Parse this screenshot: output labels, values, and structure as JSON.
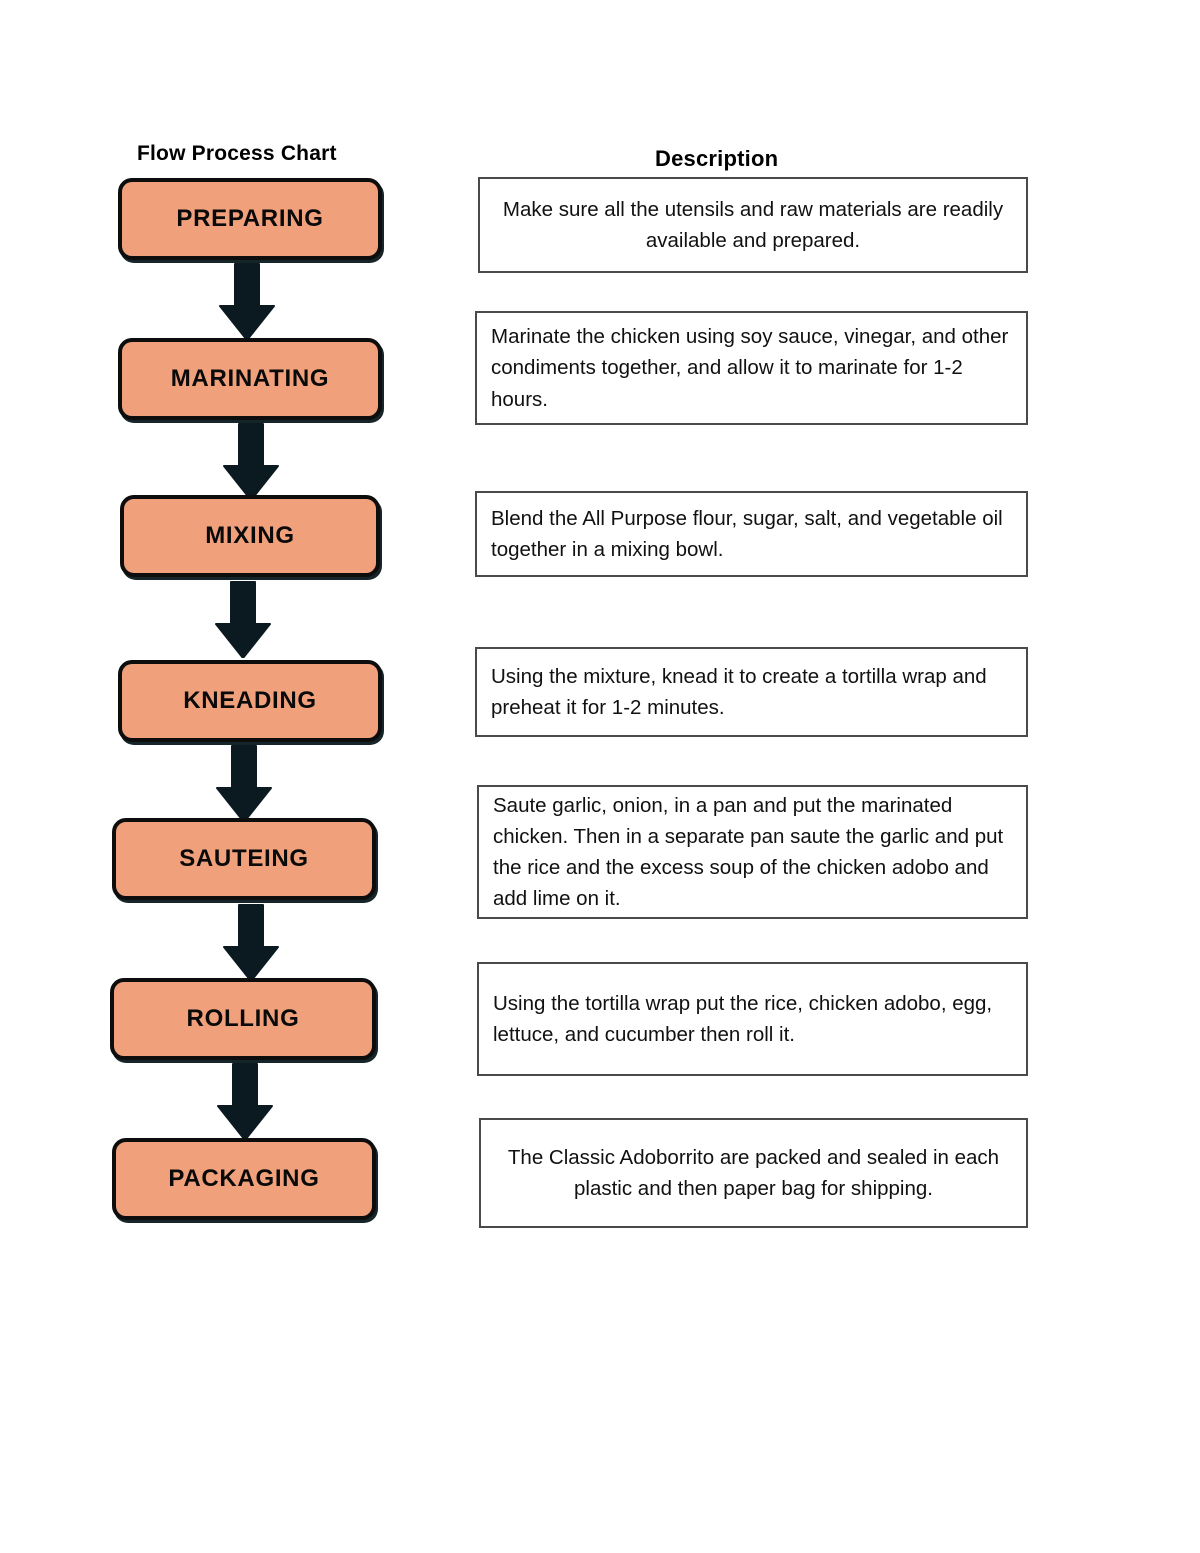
{
  "headers": {
    "flow_title": "Flow Process Chart",
    "description_title": "Description"
  },
  "colors": {
    "process_fill": "#F0A17C",
    "process_border": "#0D0D0D",
    "arrow": "#0A1A20",
    "description_border": "#4A4A4A",
    "page_background": "#FFFFFF"
  },
  "chart_data": {
    "type": "diagram",
    "title": "Flow Process Chart",
    "diagram_kind": "linear-flowchart",
    "orientation": "vertical",
    "node_count": 7,
    "connector": "down-block-arrow",
    "steps": [
      {
        "index": 1,
        "label": "PREPARING",
        "description": "Make sure all the utensils and raw materials are readily available and prepared.",
        "align": "center"
      },
      {
        "index": 2,
        "label": "MARINATING",
        "description": "Marinate the chicken using soy sauce, vinegar, and other condiments together, and allow it to marinate for 1-2 hours.",
        "align": "left"
      },
      {
        "index": 3,
        "label": "MIXING",
        "description": "Blend the All Purpose flour, sugar, salt, and vegetable oil together in a mixing bowl.",
        "align": "left"
      },
      {
        "index": 4,
        "label": "KNEADING",
        "description": "Using the mixture, knead it to create a tortilla wrap and preheat it for 1-2 minutes.",
        "align": "left"
      },
      {
        "index": 5,
        "label": "SAUTEING",
        "description": "Saute garlic, onion, in a pan and put the marinated chicken. Then in a separate pan saute the garlic and put the rice and the excess soup of the chicken adobo and add lime on it.",
        "align": "left"
      },
      {
        "index": 6,
        "label": "ROLLING",
        "description": "Using the tortilla wrap put the rice, chicken adobo, egg, lettuce, and cucumber then roll it.",
        "align": "left"
      },
      {
        "index": 7,
        "label": "PACKAGING",
        "description": "The Classic Adoborrito are packed and sealed in each plastic and then paper bag for shipping.",
        "align": "center"
      }
    ]
  }
}
